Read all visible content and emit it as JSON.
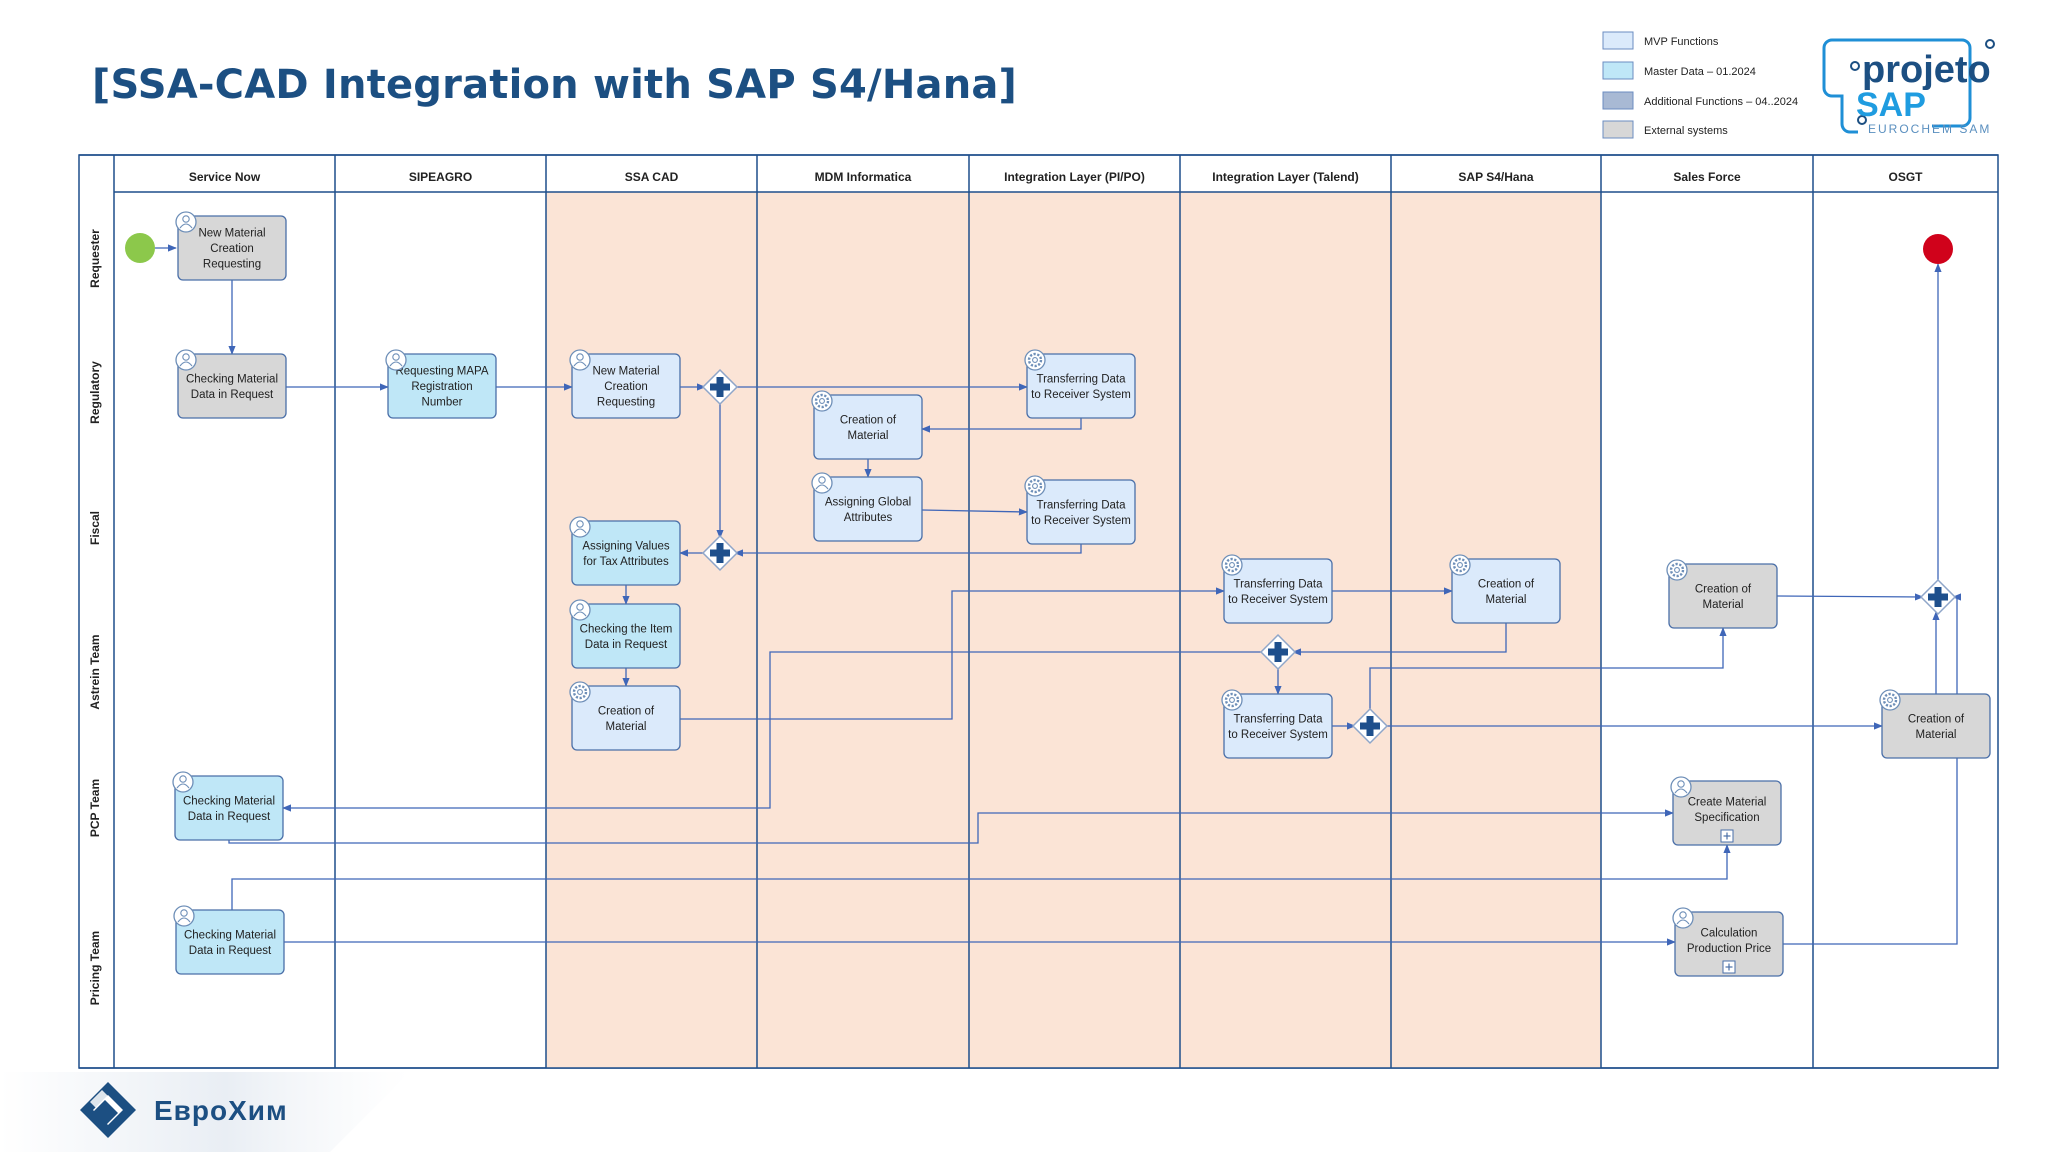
{
  "title": "[SSA-CAD Integration with SAP S4/Hana]",
  "legend": [
    {
      "label": "MVP Functions",
      "color": "#dbeafb"
    },
    {
      "label": "Master Data – 01.2024",
      "color": "#bfe7f7"
    },
    {
      "label": "Additional Functions – 04..2024",
      "color": "#a8b9d4"
    },
    {
      "label": "External systems",
      "color": "#d7d7d7"
    }
  ],
  "logo_projeto": {
    "line1": "projeto",
    "line2": "SAP",
    "sub": "EUROCHEM SAM"
  },
  "logo_eurochem": {
    "text": "ЕвроХим"
  },
  "lanes": [
    "Requester",
    "Regulatory",
    "Fiscal",
    "Astrein Team",
    "PCP Team",
    "Pricing Team"
  ],
  "systems": [
    "Service Now",
    "SIPEAGRO",
    "SSA CAD",
    "MDM Informatica",
    "Integration Layer (PI/PO)",
    "Integration Layer (Talend)",
    "SAP S4/Hana",
    "Sales Force",
    "OSGT"
  ],
  "colors": {
    "border": "#1e4f8c",
    "flow": "#3f66b8",
    "highlight_column": "#fbe4d6",
    "box_mvp": "#dbeafb",
    "box_master": "#bfe7f7",
    "box_external": "#d7d7d7",
    "start_event": "#8cc84b",
    "end_event": "#d0021b",
    "gateway": "#1e4f8c"
  },
  "tasks": [
    {
      "id": "t1",
      "lines": [
        "New Material",
        "Creation",
        "Requesting"
      ],
      "type": "external",
      "icon": "user"
    },
    {
      "id": "t2",
      "lines": [
        "Checking Material",
        "Data in Request"
      ],
      "type": "external",
      "icon": "user"
    },
    {
      "id": "t3",
      "lines": [
        "Requesting MAPA",
        "Registration",
        "Number"
      ],
      "type": "master",
      "icon": "user"
    },
    {
      "id": "t4",
      "lines": [
        "New Material",
        "Creation",
        "Requesting"
      ],
      "type": "mvp",
      "icon": "user"
    },
    {
      "id": "t5",
      "lines": [
        "Creation of",
        "Material"
      ],
      "type": "mvp",
      "icon": "gear"
    },
    {
      "id": "t6",
      "lines": [
        "Transferring Data",
        "to Receiver System"
      ],
      "type": "mvp",
      "icon": "gear"
    },
    {
      "id": "t7",
      "lines": [
        "Assigning Global",
        "Attributes"
      ],
      "type": "mvp",
      "icon": "user"
    },
    {
      "id": "t8",
      "lines": [
        "Transferring Data",
        "to Receiver System"
      ],
      "type": "mvp",
      "icon": "gear"
    },
    {
      "id": "t9",
      "lines": [
        "Assigning Values",
        "for Tax Attributes"
      ],
      "type": "master",
      "icon": "user"
    },
    {
      "id": "t10",
      "lines": [
        "Checking the Item",
        "Data in Request"
      ],
      "type": "master",
      "icon": "user"
    },
    {
      "id": "t11",
      "lines": [
        "Creation of",
        "Material"
      ],
      "type": "mvp",
      "icon": "gear"
    },
    {
      "id": "t12",
      "lines": [
        "Transferring Data",
        "to Receiver System"
      ],
      "type": "mvp",
      "icon": "gear"
    },
    {
      "id": "t13",
      "lines": [
        "Creation of",
        "Material"
      ],
      "type": "mvp",
      "icon": "gear"
    },
    {
      "id": "t14",
      "lines": [
        "Creation of",
        "Material"
      ],
      "type": "external",
      "icon": "gear"
    },
    {
      "id": "t15",
      "lines": [
        "Transferring Data",
        "to Receiver System"
      ],
      "type": "mvp",
      "icon": "gear"
    },
    {
      "id": "t16",
      "lines": [
        "Creation of",
        "Material"
      ],
      "type": "external",
      "icon": "gear"
    },
    {
      "id": "t17",
      "lines": [
        "Checking Material",
        "Data in Request"
      ],
      "type": "master",
      "icon": "user"
    },
    {
      "id": "t18",
      "lines": [
        "Create Material",
        "Specification"
      ],
      "type": "external",
      "icon": "user",
      "subprocess": true
    },
    {
      "id": "t19",
      "lines": [
        "Checking Material",
        "Data in Request"
      ],
      "type": "master",
      "icon": "user"
    },
    {
      "id": "t20",
      "lines": [
        "Calculation",
        "Production Price"
      ],
      "type": "external",
      "icon": "user",
      "subprocess": true
    }
  ],
  "gateways": [
    "g1",
    "g2",
    "g3",
    "g4",
    "g5"
  ],
  "events": [
    {
      "id": "start",
      "kind": "start"
    },
    {
      "id": "end",
      "kind": "end"
    }
  ]
}
